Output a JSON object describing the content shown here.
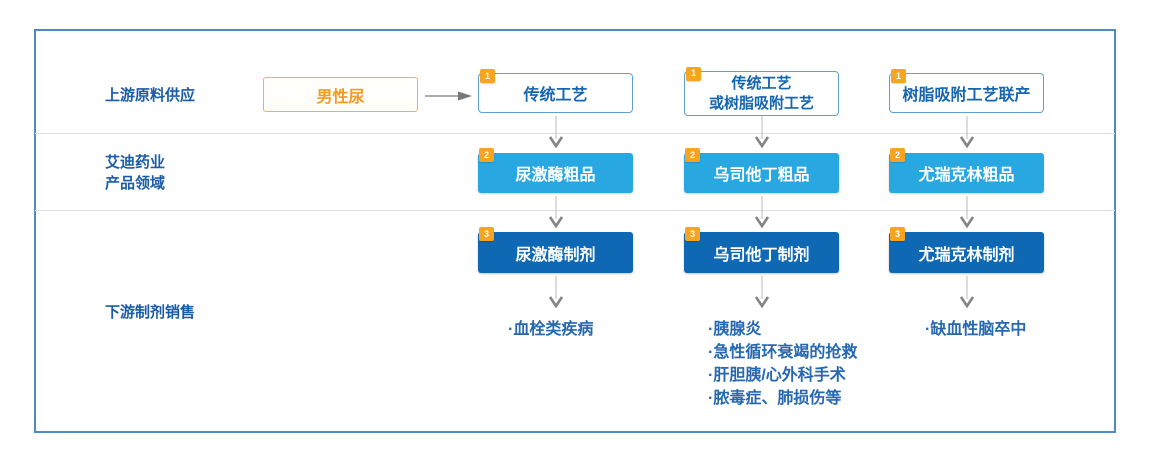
{
  "diagram": {
    "rows": [
      {
        "label": "上游原料供应"
      },
      {
        "label": "艾迪药业\n产品领域"
      },
      {
        "label": "下游制剂销售"
      }
    ],
    "source_label": "男性尿",
    "steps": {
      "process": "1",
      "crude": "2",
      "formulation": "3"
    },
    "columns": [
      {
        "process": "传统工艺",
        "crude": "尿激酶粗品",
        "formulation": "尿激酶制剂",
        "indications": [
          "·血栓类疾病"
        ]
      },
      {
        "process": "传统工艺\n或树脂吸附工艺",
        "crude": "乌司他丁粗品",
        "formulation": "乌司他丁制剂",
        "indications": [
          "·胰腺炎",
          "·急性循环衰竭的抢救",
          "·肝胆胰/心外科手术",
          "·脓毒症、肺损伤等"
        ]
      },
      {
        "process": "树脂吸附工艺联产",
        "crude": "尤瑞克林粗品",
        "formulation": "尤瑞克林制剂",
        "indications": [
          "·缺血性脑卒中"
        ]
      }
    ],
    "colors": {
      "accent_orange": "#F7A521",
      "source_orange_text": "#F59A23",
      "source_orange_border": "#F2B33D",
      "light_blue_box": "#29A7E1",
      "dark_blue_box": "#0F68B4",
      "process_text_blue": "#1566B0",
      "label_blue": "#1A5CA8",
      "indication_blue": "#2667B0",
      "frame_border_blue": "#4D8AC6",
      "divider_gray": "#DCDCDC",
      "arrow_gray": "#8C8C8C"
    }
  }
}
